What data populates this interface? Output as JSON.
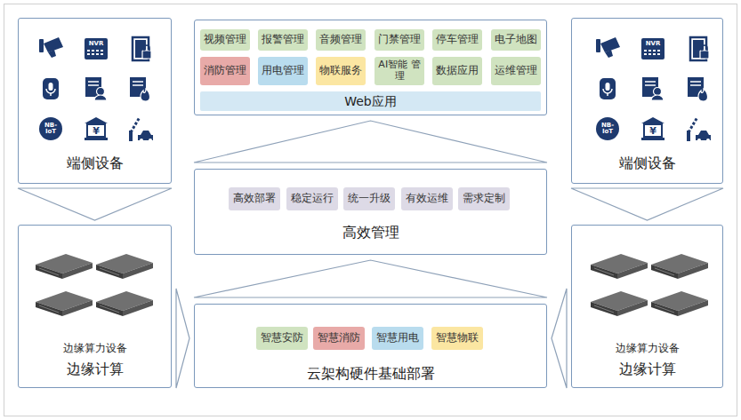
{
  "diagram": {
    "nodes": [
      {
        "text": [
          "端侧设备"
        ]
      },
      {
        "text": [
          "Web应用"
        ]
      },
      {
        "text": [
          "视频管理"
        ],
        "in": 1
      },
      {
        "text": [
          "报警管理"
        ],
        "in": 1
      },
      {
        "text": [
          "音频管理"
        ],
        "in": 1
      },
      {
        "text": [
          "门禁管理"
        ],
        "in": 1
      },
      {
        "text": [
          "停车管理"
        ],
        "in": 1
      },
      {
        "text": [
          "电子地图"
        ],
        "in": 1
      },
      {
        "text": [
          "消防管理"
        ],
        "in": 1
      },
      {
        "text": [
          "用电管理"
        ],
        "in": 1
      },
      {
        "text": [
          "物联服务"
        ],
        "in": 1
      },
      {
        "text": [
          "AI智能 管理"
        ],
        "in": 1
      },
      {
        "text": [
          "数据应用"
        ],
        "in": 1
      },
      {
        "text": [
          "运维管理"
        ],
        "in": 1
      },
      {
        "text": [
          "端侧设备"
        ]
      },
      {
        "text": [
          "高效管理"
        ]
      },
      {
        "text": [
          "高效部署"
        ],
        "in": 15
      },
      {
        "text": [
          "稳定运行"
        ],
        "in": 15
      },
      {
        "text": [
          "统一升级"
        ],
        "in": 15
      },
      {
        "text": [
          "有效运维"
        ],
        "in": 15
      },
      {
        "text": [
          "需求定制"
        ],
        "in": 15
      },
      {
        "text": [
          "边缘算力设备",
          "边缘计算"
        ]
      },
      {
        "text": [
          "云架构硬件基础部署"
        ]
      },
      {
        "text": [
          "智慧安防"
        ],
        "in": 22
      },
      {
        "text": [
          "智慧消防"
        ],
        "in": 22
      },
      {
        "text": [
          "智慧用电"
        ],
        "in": 22
      },
      {
        "text": [
          "智慧物联"
        ],
        "in": 22
      },
      {
        "text": [
          "边缘算力设备",
          "边缘计算"
        ]
      }
    ],
    "edges": [
      {
        "from": 0,
        "to": 21,
        "arrow": "to"
      },
      {
        "from": 14,
        "to": 27,
        "arrow": "to"
      },
      {
        "from": 21,
        "to": 22,
        "arrow": "to"
      },
      {
        "from": 27,
        "to": 22,
        "arrow": "to"
      },
      {
        "from": 22,
        "to": 15,
        "arrow": "to"
      },
      {
        "from": 15,
        "to": 1,
        "arrow": "to"
      }
    ],
    "labels": [
      "NVR",
      "NB- IoT",
      "¥",
      "NVR",
      "NB- IoT",
      "¥"
    ]
  }
}
